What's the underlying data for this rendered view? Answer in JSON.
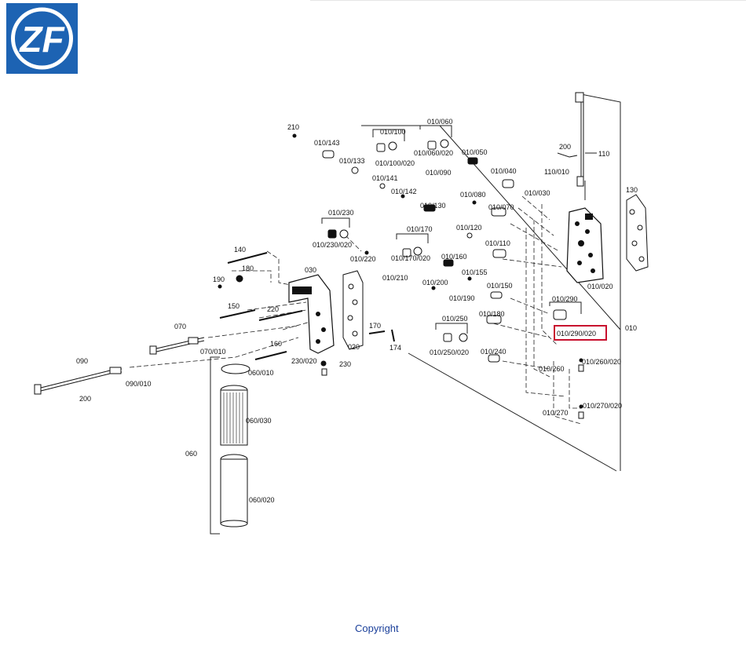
{
  "logo": {
    "text": "ZF",
    "colors": {
      "bg": "#1d63b3",
      "fg": "#ffffff"
    }
  },
  "diagram": {
    "highlight_color": "#c8102e",
    "labels": {
      "l210": "210",
      "l010_143": "010/143",
      "l010_133": "010/133",
      "l010_100": "010/100",
      "l010_100_020": "010/100/020",
      "l010_060": "010/060",
      "l010_060_020": "010/060/020",
      "l010_050": "010/050",
      "l010_090": "010/090",
      "l010_141": "010/141",
      "l010_142": "010/142",
      "l010_040": "010/040",
      "l200a": "200",
      "l110_010": "110/010",
      "l110": "110",
      "l130": "130",
      "l010_030": "010/030",
      "l010_080": "010/080",
      "l010_070": "010/070",
      "l010_130": "010/130",
      "l010_120": "010/120",
      "l010_170": "010/170",
      "l010_170_020": "010/170/020",
      "l010_110": "010/110",
      "l010_230": "010/230",
      "l010_230_020": "010/230/020",
      "l010_220": "010/220",
      "l010_160": "010/160",
      "l010_155": "010/155",
      "l010_210": "010/210",
      "l010_200": "010/200",
      "l010_150": "010/150",
      "l010_020": "010/020",
      "l010_190": "010/190",
      "l010_290": "010/290",
      "l010_290_020": "010/290/020",
      "l010": "010",
      "l010_180": "010/180",
      "l010_250": "010/250",
      "l010_250_020": "010/250/020",
      "l010_240": "010/240",
      "l010_260": "010/260",
      "l010_260_020": "010/260/020",
      "l010_270": "010/270",
      "l010_270_020": "010/270/020",
      "l140": "140",
      "l180": "180",
      "l190": "190",
      "l030": "030",
      "l150": "150",
      "l220": "220",
      "l070": "070",
      "l070_010": "070/010",
      "l020": "020",
      "l170": "170",
      "l174": "174",
      "l160": "160",
      "l230_020": "230/020",
      "l230": "230",
      "l090": "090",
      "l090_010": "090/010",
      "l200b": "200",
      "l060_010": "060/010",
      "l060_030": "060/030",
      "l060": "060",
      "l060_020": "060/020"
    }
  },
  "footer": {
    "copyright": "Copyright"
  }
}
